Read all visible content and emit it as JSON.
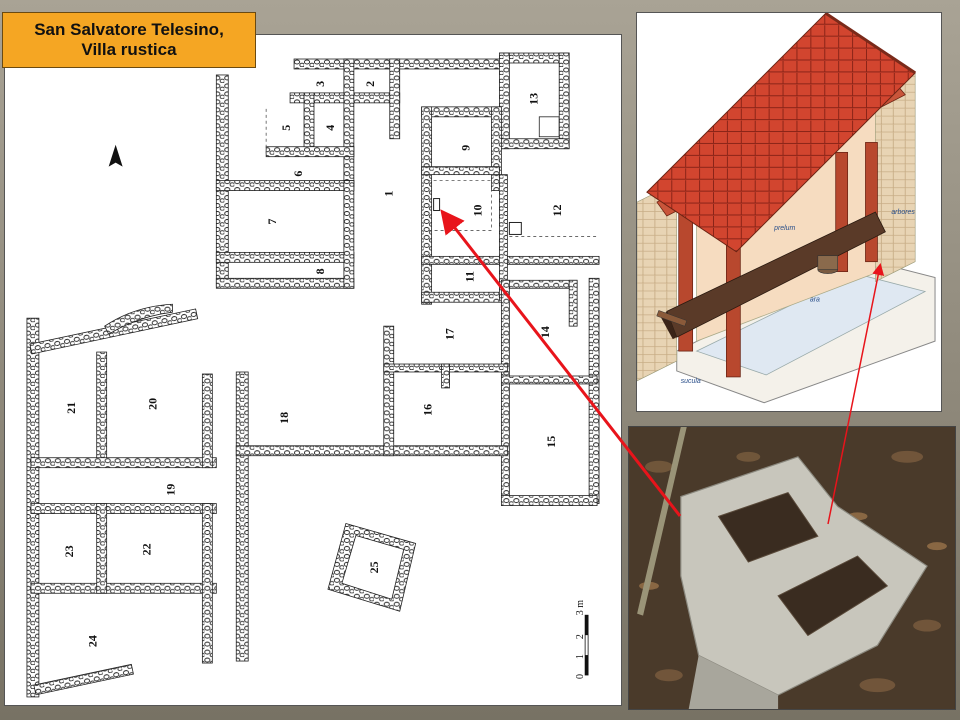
{
  "title": {
    "line1": "San Salvatore Telesino,",
    "line2": "Villa rustica"
  },
  "plan": {
    "north_arrow": "north-arrow",
    "rooms": [
      "1",
      "2",
      "3",
      "4",
      "5",
      "6",
      "7",
      "8",
      "9",
      "10",
      "11",
      "12",
      "13",
      "14",
      "15",
      "16",
      "17",
      "18",
      "19",
      "20",
      "21",
      "22",
      "23",
      "24",
      "25"
    ],
    "scale": {
      "unit": "3 m",
      "ticks": [
        "0",
        "1",
        "2"
      ]
    }
  },
  "press": {
    "labels": {
      "prelum": "prelum",
      "arbores": "arbores",
      "ara": "ara",
      "sucula": "sucula"
    }
  },
  "colors": {
    "title_bg": "#f5a623",
    "arrow": "#e8141b",
    "roof": "#c9402c",
    "timber": "#b8482e",
    "label_blue": "#2a4f8a"
  }
}
